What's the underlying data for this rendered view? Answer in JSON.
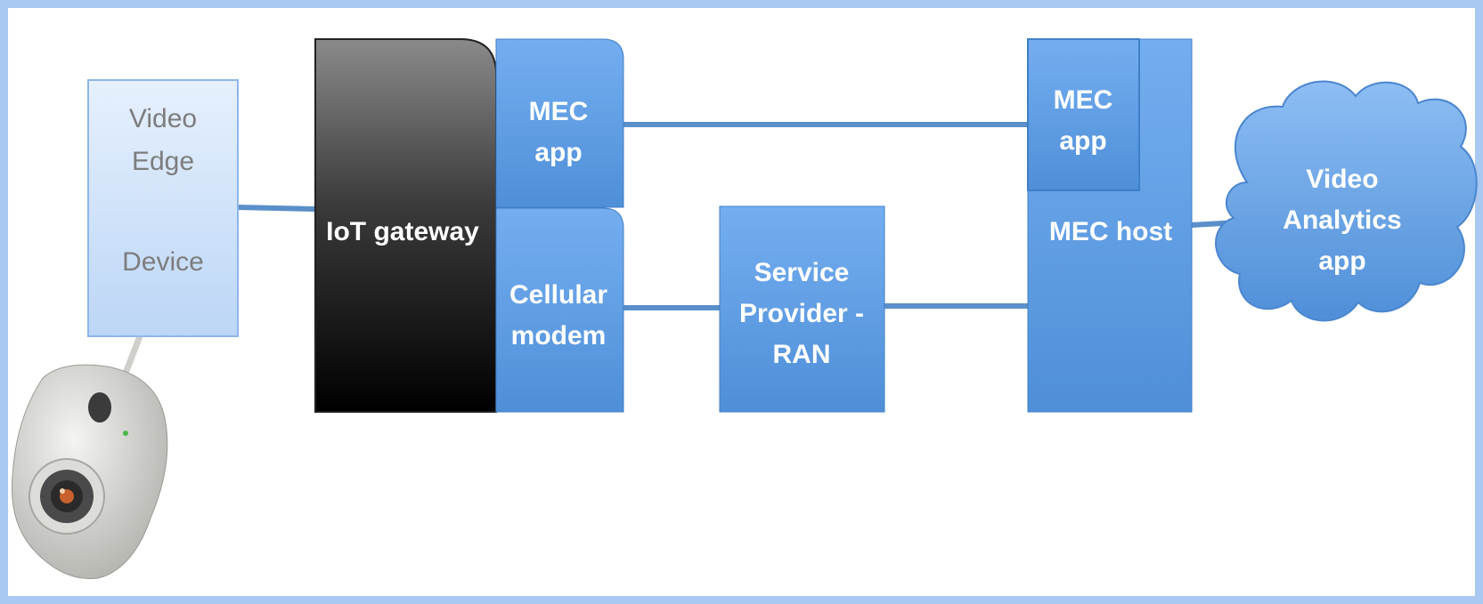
{
  "diagram": {
    "video_edge_device": {
      "line1": "Video",
      "line2": "Edge",
      "line3": "Device"
    },
    "iot_gateway": {
      "label": "IoT gateway"
    },
    "gateway_mec_app": {
      "line1": "MEC",
      "line2": "app"
    },
    "cellular_modem": {
      "line1": "Cellular",
      "line2": "modem"
    },
    "service_provider_ran": {
      "line1": "Service",
      "line2": "Provider -",
      "line3": "RAN"
    },
    "host_mec_app": {
      "line1": "MEC",
      "line2": "app"
    },
    "mec_host": {
      "label": "MEC host"
    },
    "video_analytics_app": {
      "line1": "Video",
      "line2": "Analytics",
      "line3": "app"
    }
  },
  "colors": {
    "frame_border": "#a9c8f2",
    "box_blue": "#5b9bd5",
    "box_light_blue": "#d6e6fb",
    "connector": "#5a8fc9",
    "gateway_dark": "#000000"
  },
  "icons": [
    "camera-icon",
    "cloud-icon"
  ]
}
